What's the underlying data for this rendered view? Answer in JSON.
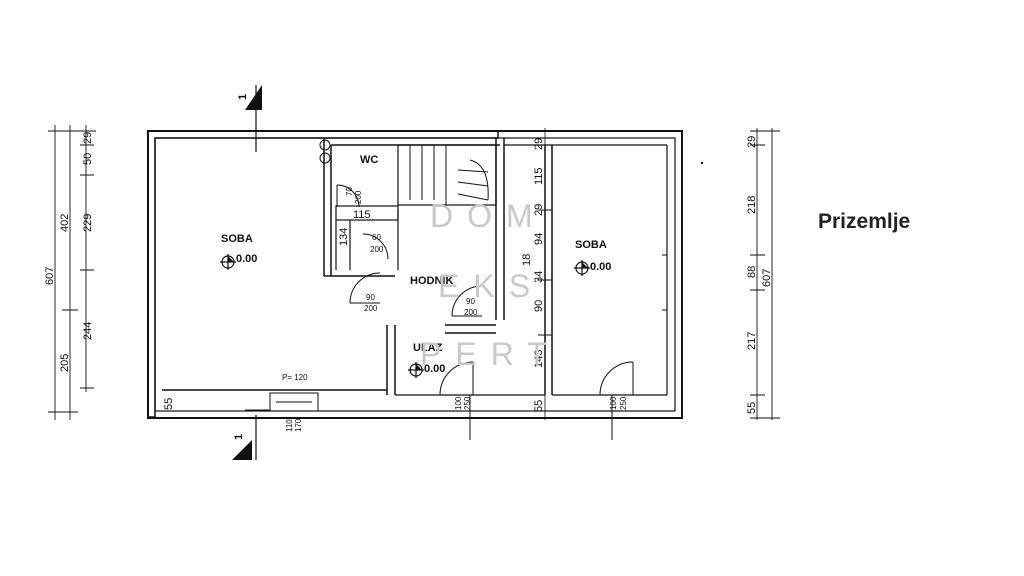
{
  "title": "Prizemlje",
  "watermark": {
    "line1": "DOM",
    "line2": "EKS",
    "line3": "PERT"
  },
  "rooms": {
    "soba_left": "SOBA",
    "soba_right": "SOBA",
    "wc": "WC",
    "hodnik": "HODNIK",
    "ulaz": "ULAZ"
  },
  "levels": {
    "soba_left": "0.00",
    "soba_right": "0.00",
    "ulaz": "0.00"
  },
  "area_note": "P= 120",
  "section_marks": {
    "top": "1",
    "bottom": "1"
  },
  "doors": {
    "wc": [
      "70",
      "200"
    ],
    "storage": [
      "60",
      "200"
    ],
    "soba_left": [
      "90",
      "200"
    ],
    "hodnik": [
      "90",
      "200"
    ],
    "ulaz": [
      "100",
      "250"
    ],
    "soba_right": [
      "100",
      "250"
    ],
    "window_front": [
      "110",
      "170"
    ]
  },
  "inner_dims": {
    "wc_width": "115",
    "wc_depth": "134",
    "left_sill": "55"
  },
  "dims_left_outer": [
    "607"
  ],
  "dims_left_mid": [
    "402",
    "205"
  ],
  "dims_left_inner": [
    "50",
    "29",
    "229",
    "244"
  ],
  "dims_center": [
    "29",
    "115",
    "29",
    "94",
    "18",
    "34",
    "90",
    "143",
    "55"
  ],
  "dims_right_outer": [
    "607"
  ],
  "dims_right_inner": [
    "29",
    "218",
    "88",
    "217",
    "55"
  ]
}
